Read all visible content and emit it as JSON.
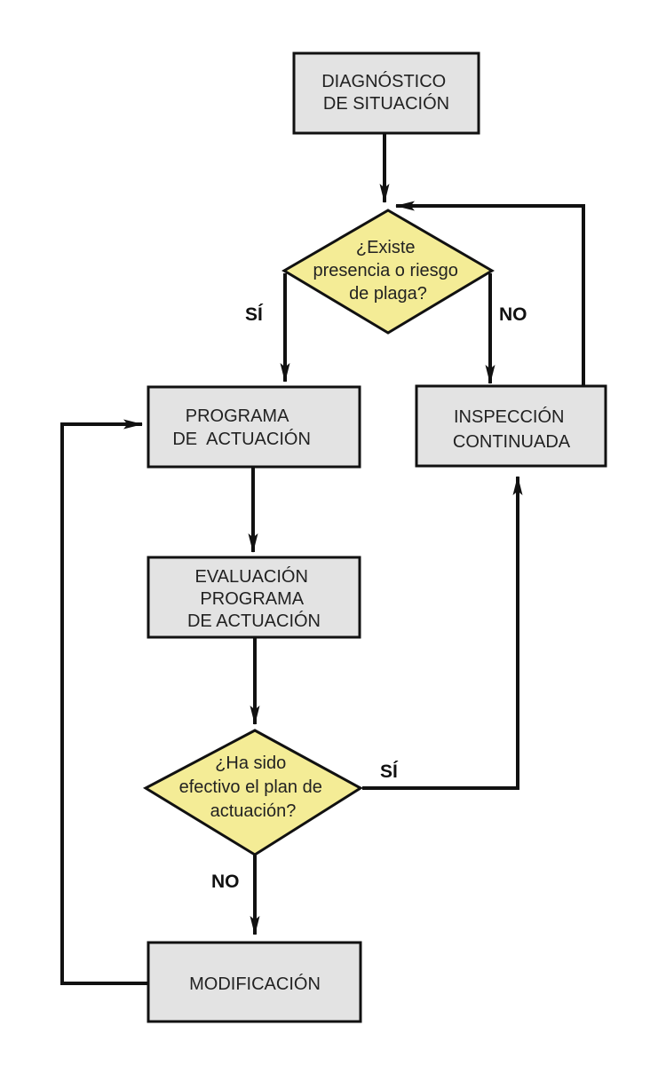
{
  "colors": {
    "box_fill": "#e3e3e3",
    "decision_fill": "#f4ec96",
    "stroke": "#111111"
  },
  "nodes": {
    "diagnostico": {
      "lines": [
        "DIAGNÓSTICO",
        "DE SITUACIÓN"
      ]
    },
    "decision_plaga": {
      "lines": [
        "¿Existe",
        "presencia o riesgo",
        "de plaga?"
      ]
    },
    "programa": {
      "lines": [
        "PROGRAMA",
        "DE  ACTUACIÓN"
      ]
    },
    "inspeccion": {
      "lines": [
        "INSPECCIÓN",
        "CONTINUADA"
      ]
    },
    "evaluacion": {
      "lines": [
        "EVALUACIÓN",
        "PROGRAMA",
        "DE ACTUACIÓN"
      ]
    },
    "decision_efectivo": {
      "lines": [
        "¿Ha sido",
        "efectivo el plan de",
        "actuación?"
      ]
    },
    "modificacion": {
      "lines": [
        "MODIFICACIÓN"
      ]
    }
  },
  "edge_labels": {
    "plaga_si": "SÍ",
    "plaga_no": "NO",
    "efectivo_si": "SÍ",
    "efectivo_no": "NO"
  }
}
